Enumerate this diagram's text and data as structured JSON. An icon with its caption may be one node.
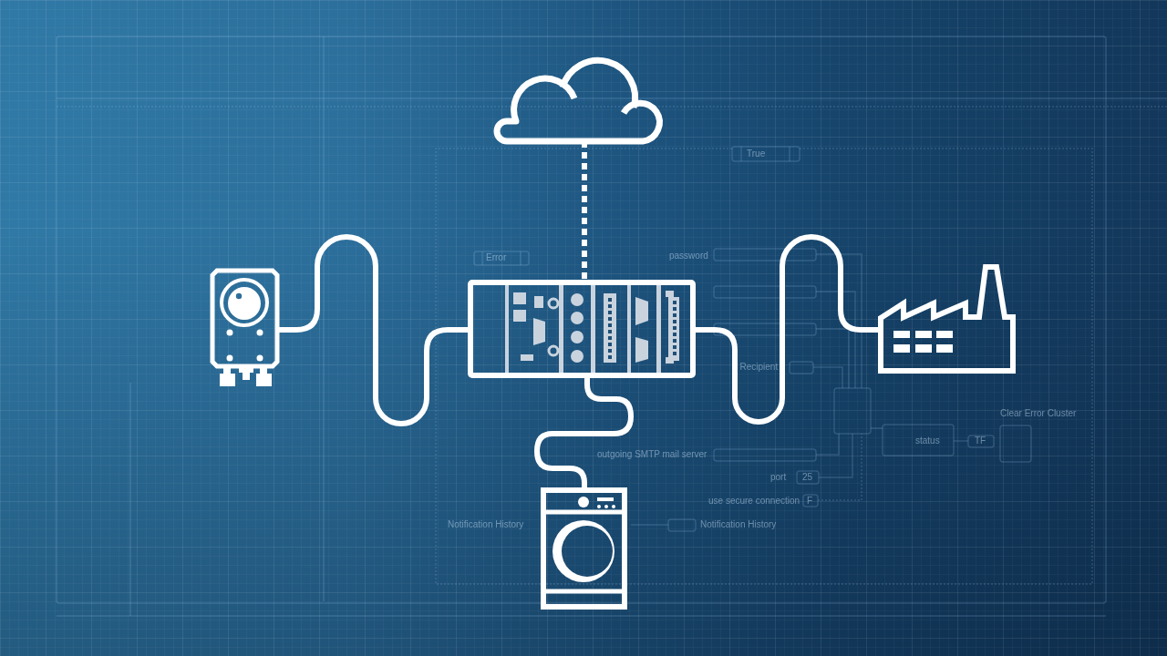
{
  "diagram": {
    "nodes": [
      {
        "text": [],
        "shape": "cloud"
      },
      {
        "text": [],
        "shape": "picture"
      },
      {
        "text": [],
        "shape": "picture"
      },
      {
        "text": [],
        "shape": "picture"
      },
      {
        "text": [],
        "shape": "picture"
      }
    ],
    "edges": [
      {
        "from": 0,
        "to": 2,
        "arrow": "none",
        "style": "dashed"
      },
      {
        "from": 1,
        "to": 2,
        "arrow": "none"
      },
      {
        "from": 2,
        "to": 3,
        "arrow": "none"
      },
      {
        "from": 2,
        "to": 4,
        "arrow": "none"
      }
    ],
    "labels": [
      "True",
      "Error",
      "password",
      "Recipient",
      "Clear Error Cluster",
      "status",
      "TF",
      "outgoing SMTP mail server",
      "port",
      "25",
      "use secure connection",
      "F",
      "Notification History",
      "Notification History"
    ]
  }
}
